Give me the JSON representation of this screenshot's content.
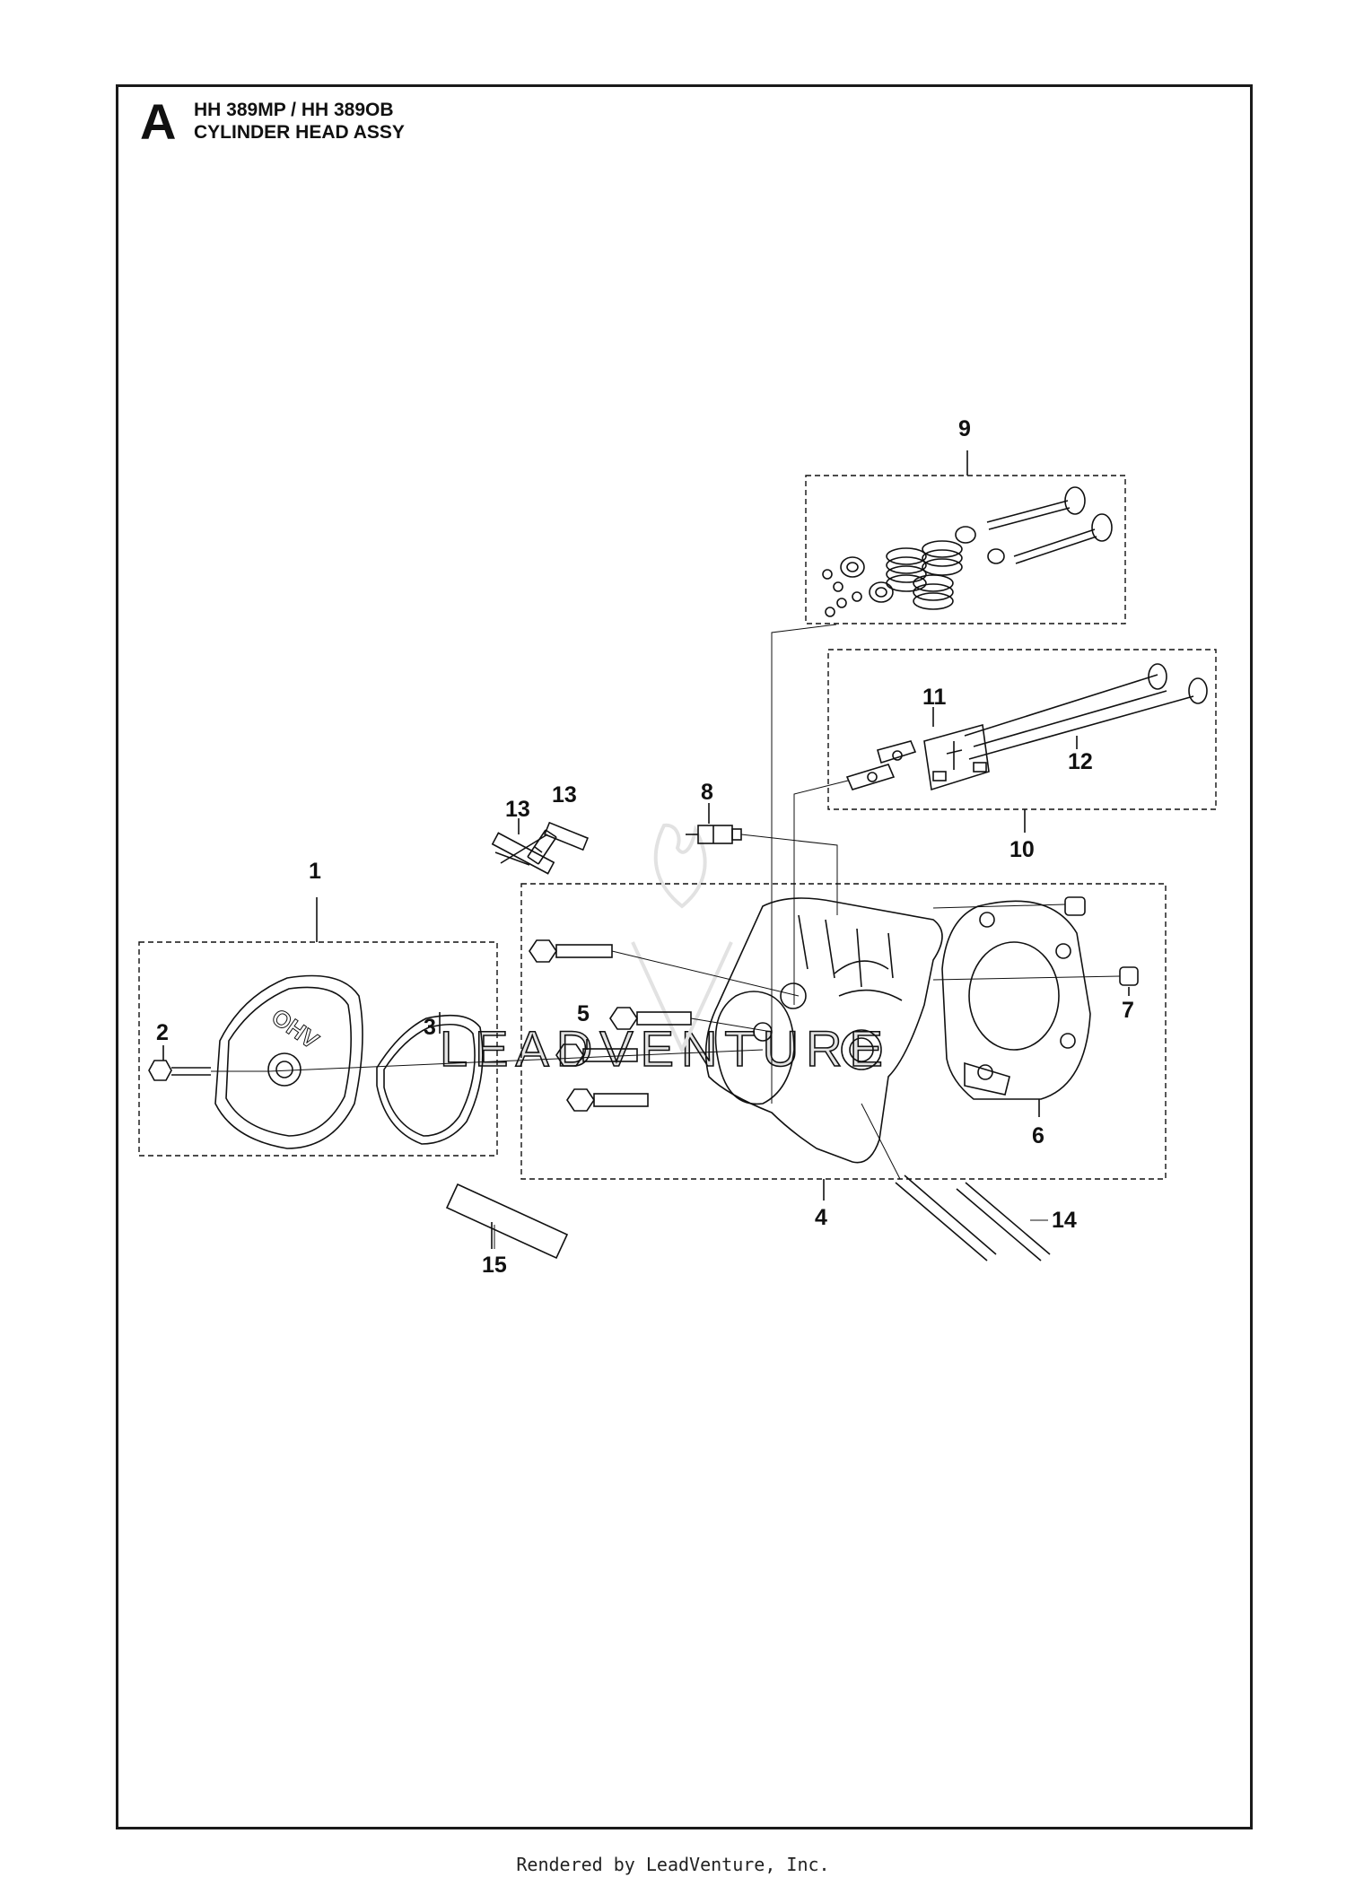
{
  "header": {
    "section_letter": "A",
    "model_line": "HH 389MP / HH 389OB",
    "assembly_title": "CYLINDER HEAD ASSY"
  },
  "callouts": [
    {
      "id": "c1",
      "label": "1"
    },
    {
      "id": "c2",
      "label": "2"
    },
    {
      "id": "c3",
      "label": "3"
    },
    {
      "id": "c4",
      "label": "4"
    },
    {
      "id": "c5",
      "label": "5"
    },
    {
      "id": "c6",
      "label": "6"
    },
    {
      "id": "c7",
      "label": "7"
    },
    {
      "id": "c8",
      "label": "8"
    },
    {
      "id": "c9",
      "label": "9"
    },
    {
      "id": "c10",
      "label": "10"
    },
    {
      "id": "c11",
      "label": "11"
    },
    {
      "id": "c12",
      "label": "12"
    },
    {
      "id": "c13a",
      "label": "13"
    },
    {
      "id": "c13b",
      "label": "13"
    },
    {
      "id": "c14",
      "label": "14"
    },
    {
      "id": "c15",
      "label": "15"
    }
  ],
  "valve_cover_text": "OHV",
  "watermark_text": "LEADVENTURE",
  "footer": "Rendered by LeadVenture, Inc."
}
